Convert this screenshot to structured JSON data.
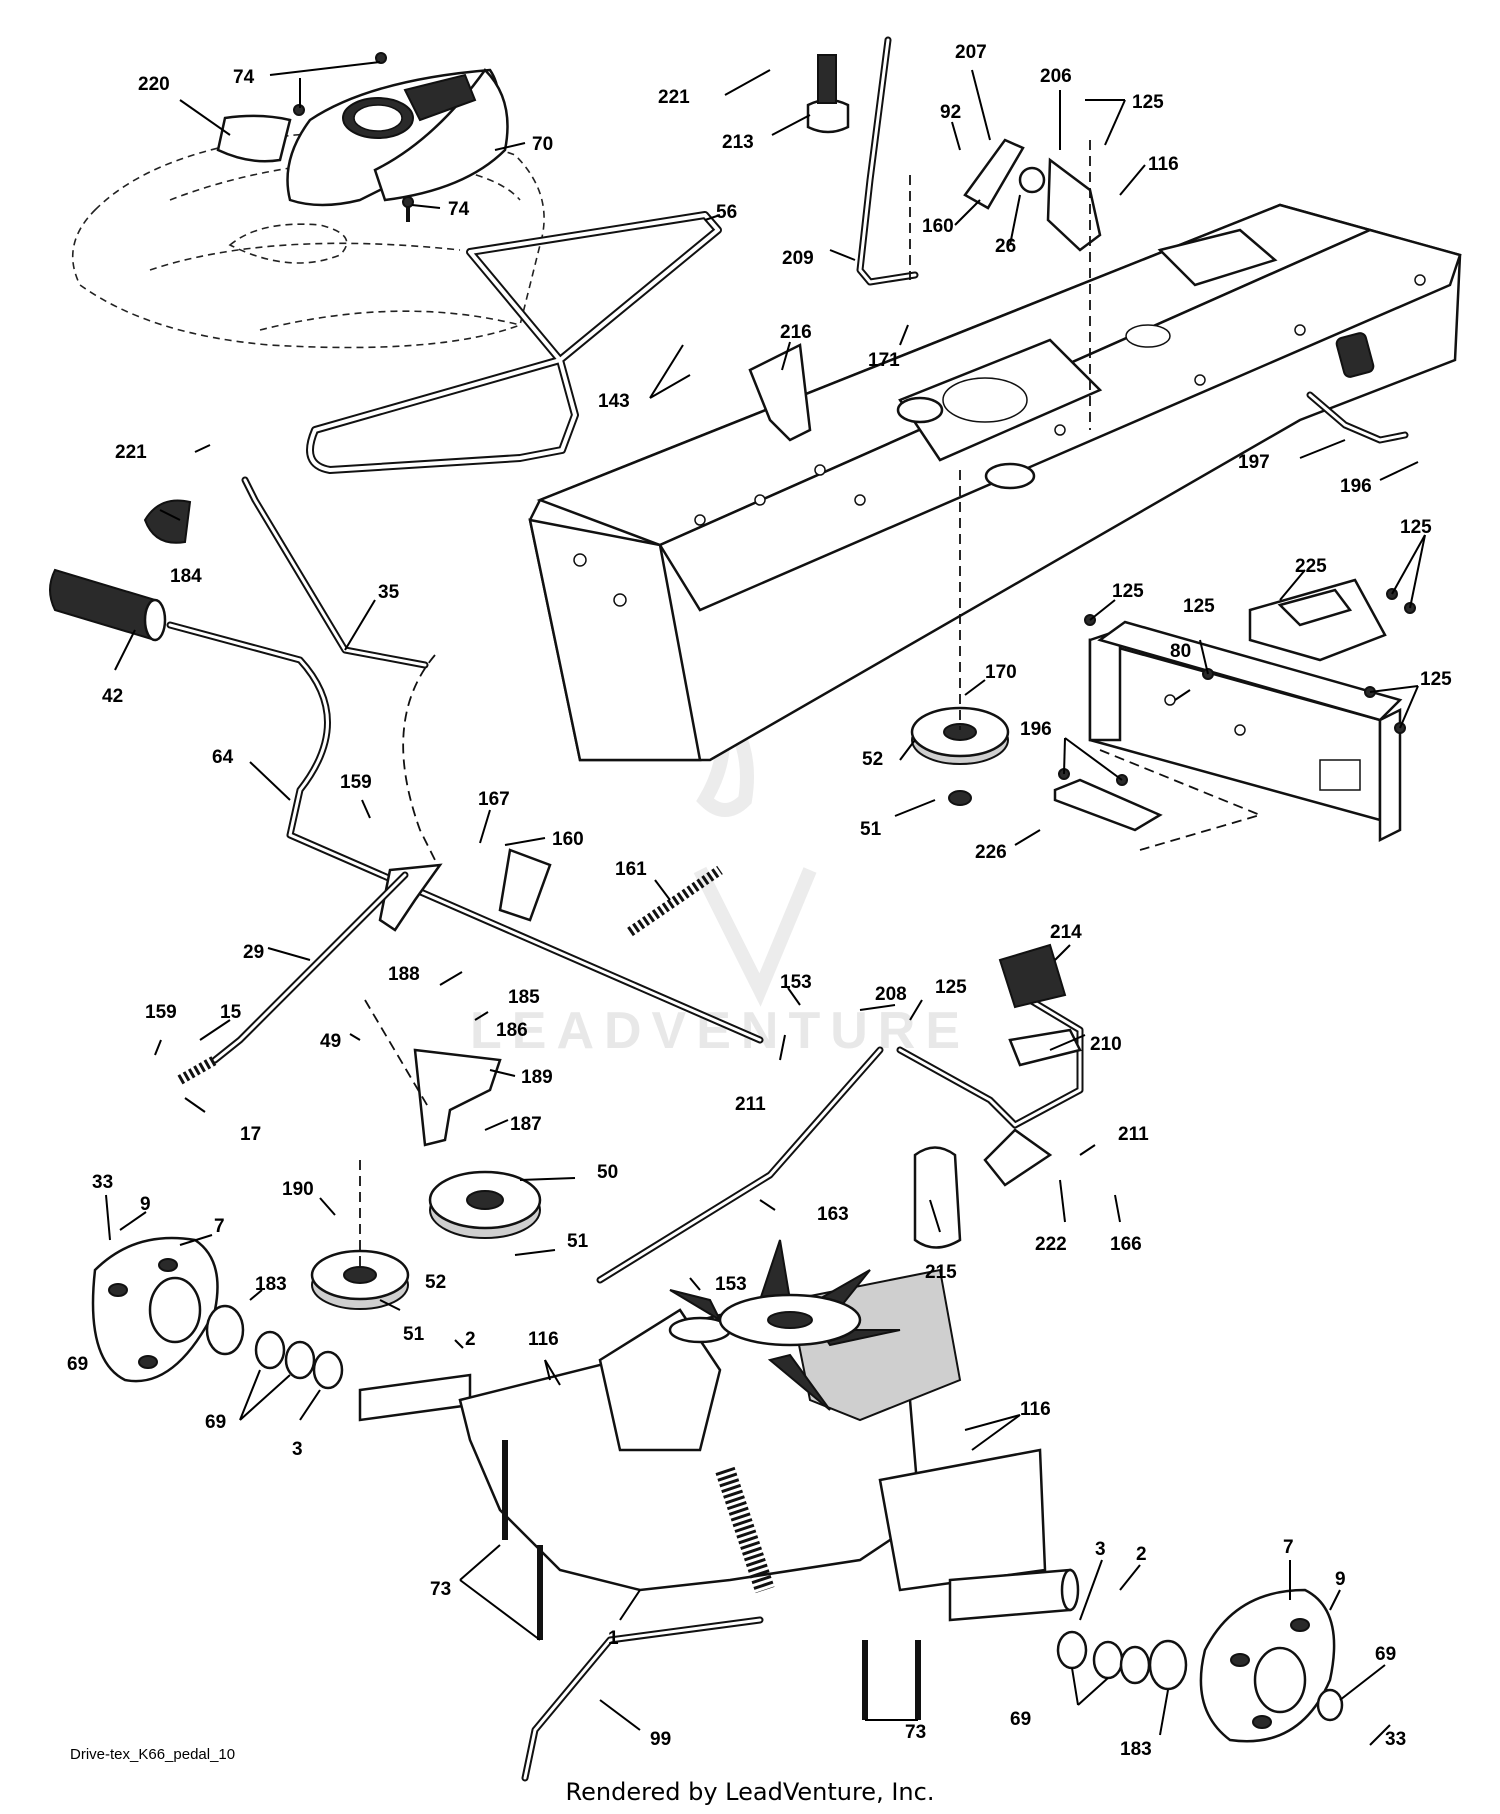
{
  "diagram": {
    "footer_code": "Drive-tex_K66_pedal_10",
    "rendered_by": "Rendered by LeadVenture, Inc.",
    "watermark": "LEADVENTURE"
  },
  "callouts": [
    {
      "id": "c-220",
      "label": "220"
    },
    {
      "id": "c-74a",
      "label": "74"
    },
    {
      "id": "c-70",
      "label": "70"
    },
    {
      "id": "c-74b",
      "label": "74"
    },
    {
      "id": "c-221a",
      "label": "221"
    },
    {
      "id": "c-213",
      "label": "213"
    },
    {
      "id": "c-56",
      "label": "56"
    },
    {
      "id": "c-207",
      "label": "207"
    },
    {
      "id": "c-92",
      "label": "92"
    },
    {
      "id": "c-206",
      "label": "206"
    },
    {
      "id": "c-125a",
      "label": "125"
    },
    {
      "id": "c-116a",
      "label": "116"
    },
    {
      "id": "c-160a",
      "label": "160"
    },
    {
      "id": "c-26",
      "label": "26"
    },
    {
      "id": "c-209",
      "label": "209"
    },
    {
      "id": "c-171",
      "label": "171"
    },
    {
      "id": "c-216",
      "label": "216"
    },
    {
      "id": "c-143",
      "label": "143"
    },
    {
      "id": "c-197",
      "label": "197"
    },
    {
      "id": "c-196a",
      "label": "196"
    },
    {
      "id": "c-221b",
      "label": "221"
    },
    {
      "id": "c-184",
      "label": "184"
    },
    {
      "id": "c-35",
      "label": "35"
    },
    {
      "id": "c-42",
      "label": "42"
    },
    {
      "id": "c-125b",
      "label": "125"
    },
    {
      "id": "c-225",
      "label": "225"
    },
    {
      "id": "c-125c",
      "label": "125"
    },
    {
      "id": "c-125d",
      "label": "125"
    },
    {
      "id": "c-80",
      "label": "80"
    },
    {
      "id": "c-170",
      "label": "170"
    },
    {
      "id": "c-125e",
      "label": "125"
    },
    {
      "id": "c-64",
      "label": "64"
    },
    {
      "id": "c-159a",
      "label": "159"
    },
    {
      "id": "c-167",
      "label": "167"
    },
    {
      "id": "c-160b",
      "label": "160"
    },
    {
      "id": "c-52a",
      "label": "52"
    },
    {
      "id": "c-196b",
      "label": "196"
    },
    {
      "id": "c-51a",
      "label": "51"
    },
    {
      "id": "c-226",
      "label": "226"
    },
    {
      "id": "c-161",
      "label": "161"
    },
    {
      "id": "c-214",
      "label": "214"
    },
    {
      "id": "c-29",
      "label": "29"
    },
    {
      "id": "c-188",
      "label": "188"
    },
    {
      "id": "c-185",
      "label": "185"
    },
    {
      "id": "c-153a",
      "label": "153"
    },
    {
      "id": "c-208",
      "label": "208"
    },
    {
      "id": "c-125f",
      "label": "125"
    },
    {
      "id": "c-159b",
      "label": "159"
    },
    {
      "id": "c-15",
      "label": "15"
    },
    {
      "id": "c-186",
      "label": "186"
    },
    {
      "id": "c-49",
      "label": "49"
    },
    {
      "id": "c-189",
      "label": "189"
    },
    {
      "id": "c-210",
      "label": "210"
    },
    {
      "id": "c-211a",
      "label": "211"
    },
    {
      "id": "c-17",
      "label": "17"
    },
    {
      "id": "c-187",
      "label": "187"
    },
    {
      "id": "c-211b",
      "label": "211"
    },
    {
      "id": "c-33a",
      "label": "33"
    },
    {
      "id": "c-50",
      "label": "50"
    },
    {
      "id": "c-190",
      "label": "190"
    },
    {
      "id": "c-163",
      "label": "163"
    },
    {
      "id": "c-9a",
      "label": "9"
    },
    {
      "id": "c-7a",
      "label": "7"
    },
    {
      "id": "c-51b",
      "label": "51"
    },
    {
      "id": "c-222",
      "label": "222"
    },
    {
      "id": "c-166",
      "label": "166"
    },
    {
      "id": "c-215",
      "label": "215"
    },
    {
      "id": "c-52b",
      "label": "52"
    },
    {
      "id": "c-153b",
      "label": "153"
    },
    {
      "id": "c-183a",
      "label": "183"
    },
    {
      "id": "c-51c",
      "label": "51"
    },
    {
      "id": "c-69a",
      "label": "69"
    },
    {
      "id": "c-2a",
      "label": "2"
    },
    {
      "id": "c-116b",
      "label": "116"
    },
    {
      "id": "c-69b",
      "label": "69"
    },
    {
      "id": "c-3a",
      "label": "3"
    },
    {
      "id": "c-116c",
      "label": "116"
    },
    {
      "id": "c-73a",
      "label": "73"
    },
    {
      "id": "c-1",
      "label": "1"
    },
    {
      "id": "c-3b",
      "label": "3"
    },
    {
      "id": "c-2b",
      "label": "2"
    },
    {
      "id": "c-7b",
      "label": "7"
    },
    {
      "id": "c-9b",
      "label": "9"
    },
    {
      "id": "c-69c",
      "label": "69"
    },
    {
      "id": "c-69d",
      "label": "69"
    },
    {
      "id": "c-183b",
      "label": "183"
    },
    {
      "id": "c-33b",
      "label": "33"
    },
    {
      "id": "c-73b",
      "label": "73"
    },
    {
      "id": "c-99",
      "label": "99"
    }
  ]
}
